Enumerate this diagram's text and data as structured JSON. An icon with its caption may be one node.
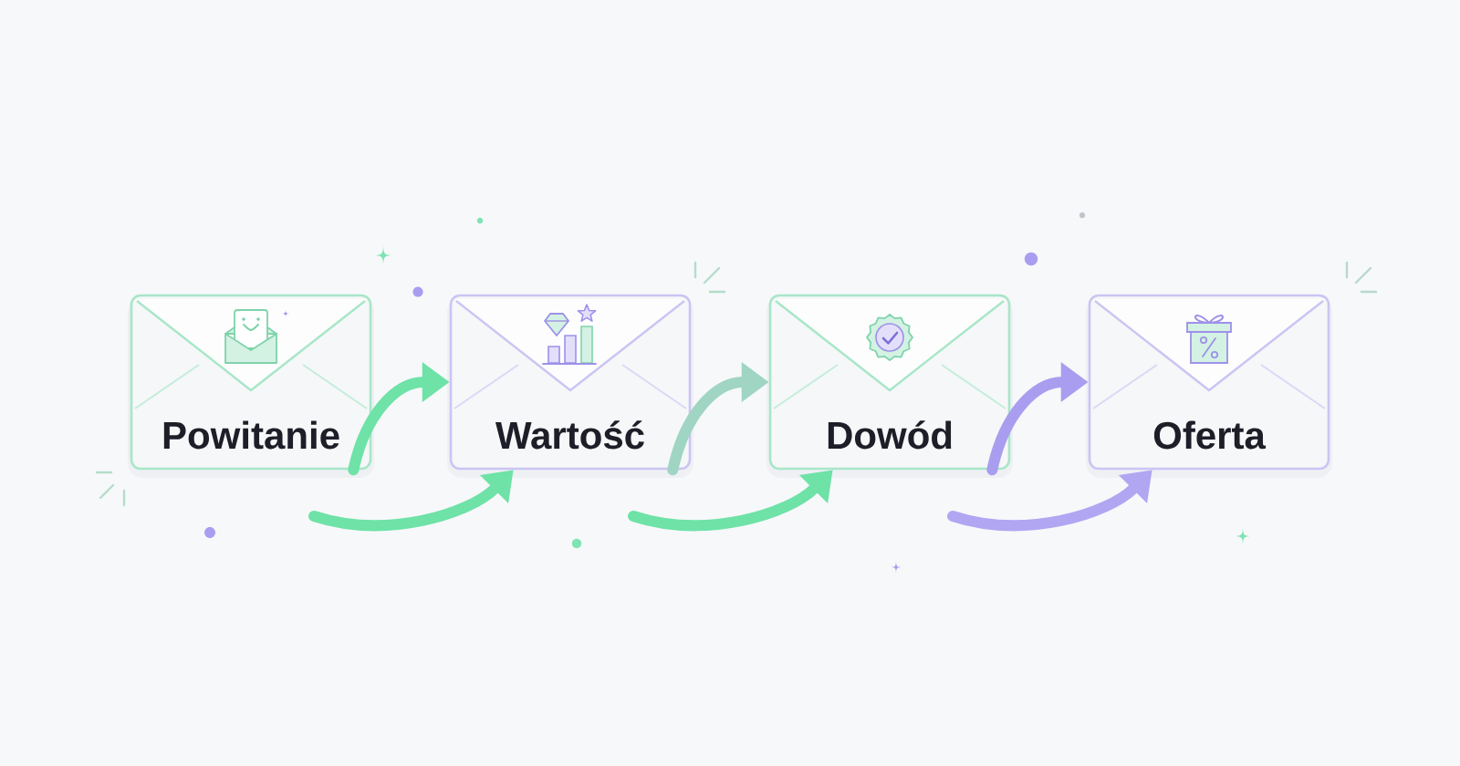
{
  "diagram": {
    "nodes": [
      {
        "text": [
          "Powitanie"
        ]
      },
      {
        "text": [
          "Wartość"
        ]
      },
      {
        "text": [
          "Dowód"
        ]
      },
      {
        "text": [
          "Oferta"
        ]
      }
    ],
    "edges": [
      {
        "from": 0,
        "to": 1,
        "arrow": "to"
      },
      {
        "from": null,
        "to": 1,
        "arrow": "to"
      },
      {
        "from": 1,
        "to": 2,
        "arrow": "to",
        "color": "#9fd5c2"
      },
      {
        "from": null,
        "to": 2,
        "arrow": "to"
      },
      {
        "from": 2,
        "to": 3,
        "arrow": "to",
        "color": "#a99df0"
      },
      {
        "from": null,
        "to": 3,
        "arrow": "to",
        "color": "#b1a6f2"
      }
    ]
  }
}
